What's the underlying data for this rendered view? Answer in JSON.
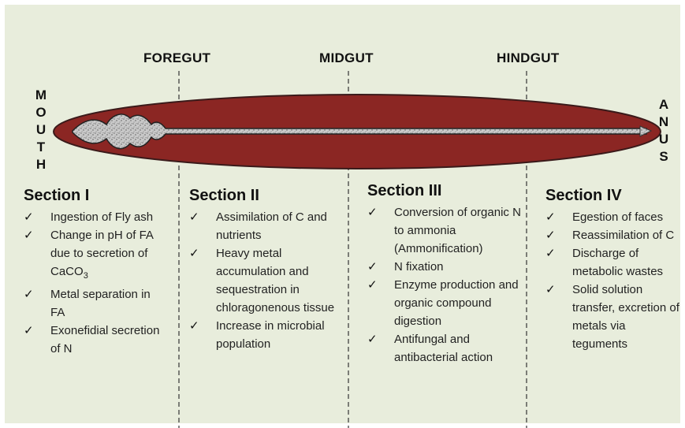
{
  "regions": {
    "foregut": "FOREGUT",
    "midgut": "MIDGUT",
    "hindgut": "HINDGUT"
  },
  "mouth_letters": [
    "M",
    "O",
    "U",
    "T",
    "H"
  ],
  "anus_letters": [
    "A",
    "N",
    "U",
    "S"
  ],
  "colors": {
    "background": "#e8eddc",
    "body": "#8b2623",
    "gut": "#c8c8c8"
  },
  "check_icon": "checkmark-icon",
  "sections": [
    {
      "title": "Section I",
      "items": [
        "Ingestion of Fly ash",
        "Change in pH of FA due to secretion of CaCO3",
        "Metal separation in FA",
        "Exonefidial secretion of N"
      ]
    },
    {
      "title": "Section II",
      "items": [
        "Assimilation of C and nutrients",
        "Heavy metal accumulation and sequestration in chloragonenous tissue",
        "Increase in microbial population"
      ]
    },
    {
      "title": "Section III",
      "items": [
        "Conversion of organic N to ammonia (Ammonification)",
        "N fixation",
        "Enzyme production and organic compound digestion",
        "Antifungal and antibacterial action"
      ]
    },
    {
      "title": "Section IV",
      "items": [
        "Egestion of faces",
        "Reassimilation of C",
        "Discharge of metabolic wastes",
        "Solid solution transfer, excretion of metals via teguments"
      ]
    }
  ]
}
